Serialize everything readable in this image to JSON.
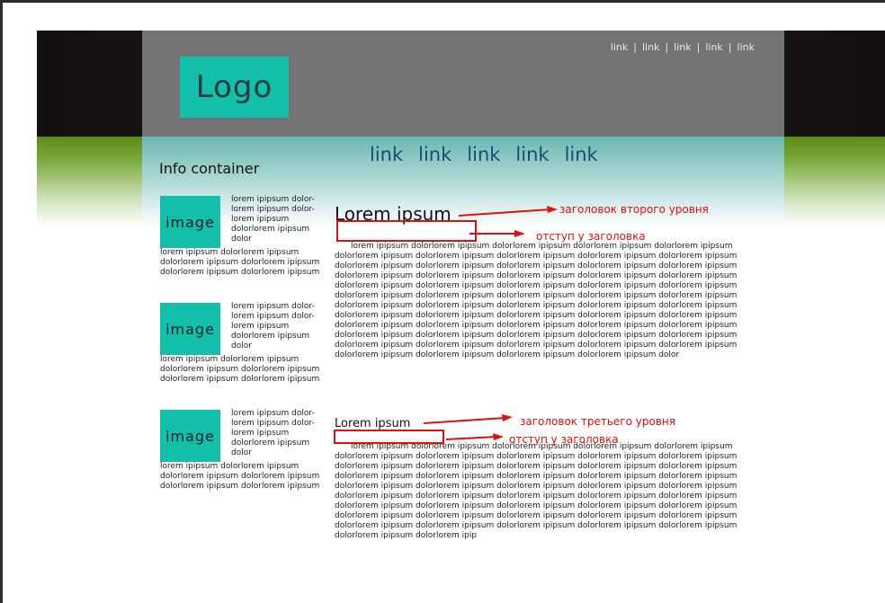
{
  "header": {
    "logo_text": "Logo",
    "top_links": [
      "link",
      "link",
      "link",
      "link",
      "link"
    ],
    "separator": "|"
  },
  "nav": {
    "links": [
      "link",
      "link",
      "link",
      "link",
      "link"
    ]
  },
  "sidebar": {
    "title": "Info container",
    "items": [
      {
        "image_label": "image",
        "side_text": "lorem ipipsum dolor- lorem ipipsum dolor- lorem ipipsum dolorlorem ipipsum dolor",
        "below_text": "lorem ipipsum dolorlorem ipipsum dolorlorem ipipsum dolorlorem ipipsum dolorlorem ipipsum dolorlorem ipipsum"
      },
      {
        "image_label": "image",
        "side_text": "lorem ipipsum dolor- lorem ipipsum dolor- lorem ipipsum dolorlorem ipipsum dolor",
        "below_text": "lorem ipipsum dolorlorem ipipsum dolorlorem ipipsum dolorlorem ipipsum dolorlorem ipipsum dolorlorem ipipsum"
      },
      {
        "image_label": "image",
        "side_text": "lorem ipipsum dolor- lorem ipipsum dolor- lorem ipipsum dolorlorem ipipsum dolor",
        "below_text": "lorem ipipsum dolorlorem ipipsum dolorlorem ipipsum dolorlorem ipipsum dolorlorem ipipsum dolorlorem ipipsum"
      }
    ]
  },
  "main": {
    "heading2": "Lorem ipsum",
    "paragraph1": "lorem ipipsum dolorlorem ipipsum dolorlorem ipipsum dolorlorem ipipsum dolorlorem ipipsum dolorlorem ipipsum dolorlorem ipipsum dolorlorem ipipsum dolorlorem ipipsum dolorlorem ipipsum dolorlorem ipipsum dolorlorem ipipsum dolorlorem ipipsum dolorlorem ipipsum dolorlorem ipipsum dolorlorem ipipsum dolorlorem ipipsum dolorlorem ipipsum dolorlorem ipipsum dolorlorem ipipsum dolorlorem ipipsum dolorlorem ipipsum dolorlorem ipipsum dolorlorem ipipsum dolorlorem ipipsum dolorlorem ipipsum dolorlorem ipipsum dolorlorem ipipsum dolorlorem ipipsum dolorlorem ipipsum dolorlorem ipipsum dolorlorem ipipsum dolorlorem ipipsum dolorlorem ipipsum dolorlorem ipipsum dolorlorem ipipsum dolorlorem ipipsum dolorlorem ipipsum dolorlorem ipipsum dolorlorem ipipsum dolorlorem ipipsum dolorlorem ipipsum dolorlorem ipipsum dolorlorem ipipsum dolorlorem ipipsum dolorlorem ipipsum dolorlorem ipipsum dolorlorem ipipsum dolorlorem ipipsum dolorlorem ipipsum dolorlorem ipipsum dolorlorem ipipsum dolorlorem ipipsum dolorlorem ipipsum dolorlorem ipipsum dolorlorem ipipsum dolorlorem ipipsum dolorlorem ipipsum dolorlorem ipipsum dolor",
    "heading3": "Lorem ipsum",
    "paragraph2": "lorem ipipsum dolorlorem ipipsum dolorlorem ipipsum dolorlorem ipipsum dolorlorem ipipsum dolorlorem ipipsum dolorlorem ipipsum dolorlorem ipipsum dolorlorem ipipsum dolorlorem ipipsum dolorlorem ipipsum dolorlorem ipipsum dolorlorem ipipsum dolorlorem ipipsum dolorlorem ipipsum dolorlorem ipipsum dolorlorem ipipsum dolorlorem ipipsum dolorlorem ipipsum dolorlorem ipipsum dolorlorem ipipsum dolorlorem ipipsum dolorlorem ipipsum dolorlorem ipipsum dolorlorem ipipsum dolorlorem ipipsum dolorlorem ipipsum dolorlorem ipipsum dolorlorem ipipsum dolorlorem ipipsum dolorlorem ipipsum dolorlorem ipipsum dolorlorem ipipsum dolorlorem ipipsum dolorlorem ipipsum dolorlorem ipipsum dolorlorem ipipsum dolorlorem ipipsum dolorlorem ipipsum dolorlorem ipipsum dolorlorem ipipsum dolorlorem ipipsum dolorlorem ipipsum dolorlorem ipipsum dolorlorem ipipsum dolorlorem ipipsum dolorlorem ipip"
  },
  "annotations": {
    "h2_note": "заголовок второго уровня",
    "h2_margin_note": "отступ у заголовка",
    "h3_note": "заголовок третьего уровня",
    "h3_margin_note": "отступ у заголовка",
    "color": "#e01010"
  },
  "colors": {
    "logo_bg": "#12bfaa",
    "header_bg": "#737373",
    "nav_link": "#1e4a72",
    "green_band": "#5b8a16"
  }
}
